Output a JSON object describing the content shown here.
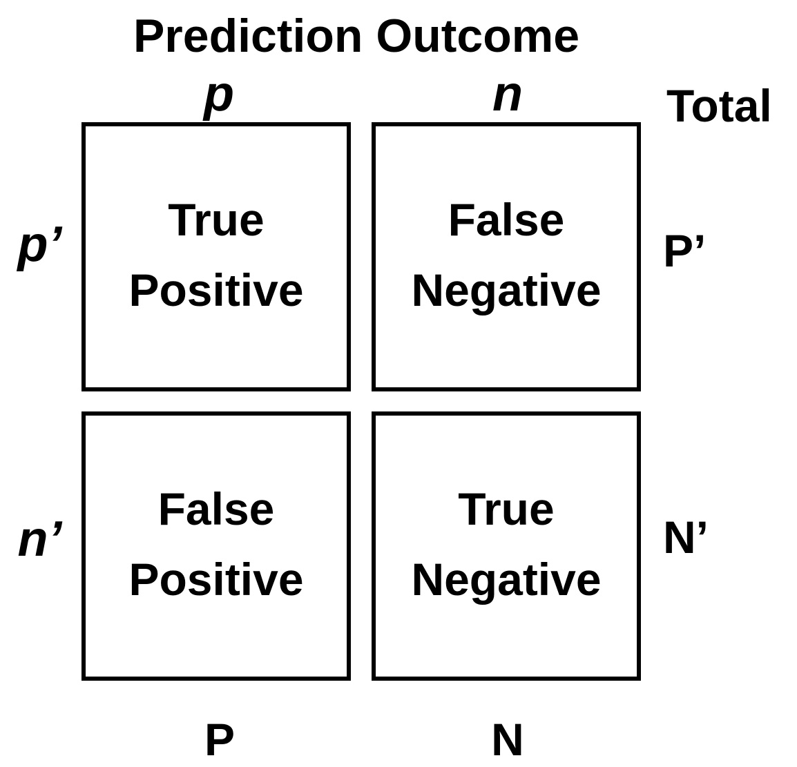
{
  "title": "Prediction Outcome",
  "columns": {
    "p": "p",
    "n": "n",
    "total": "Total"
  },
  "rows": {
    "p_prime": "p’",
    "n_prime": "n’"
  },
  "row_totals": {
    "P_prime": "P’",
    "N_prime": "N’"
  },
  "column_totals": {
    "P": "P",
    "N": "N"
  },
  "cells": {
    "true_positive": {
      "line1": "True",
      "line2": "Positive"
    },
    "false_negative": {
      "line1": "False",
      "line2": "Negative"
    },
    "false_positive": {
      "line1": "False",
      "line2": "Positive"
    },
    "true_negative": {
      "line1": "True",
      "line2": "Negative"
    }
  }
}
